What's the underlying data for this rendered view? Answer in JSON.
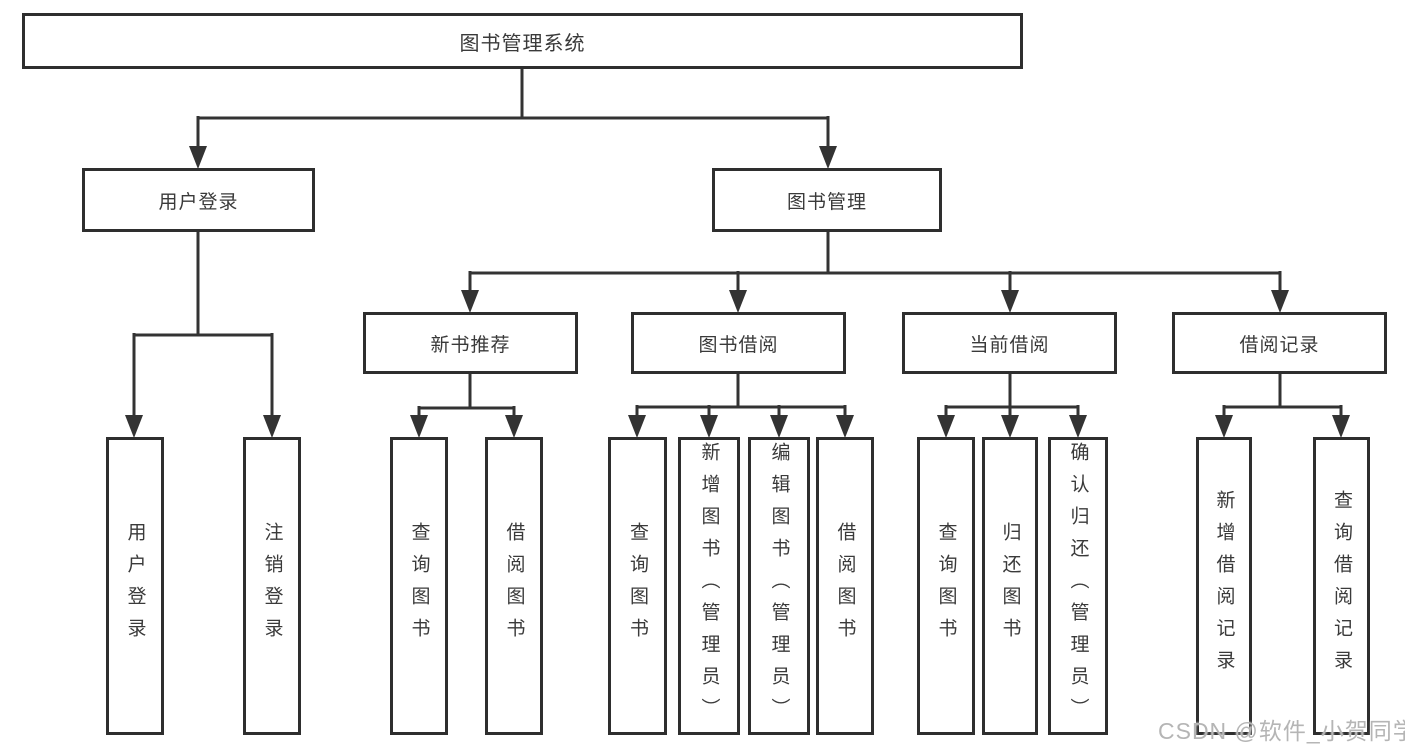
{
  "diagram": {
    "type": "hierarchy-tree",
    "root": {
      "label": "图书管理系统",
      "children": [
        {
          "label": "用户登录",
          "children": [
            {
              "label": "用户登录"
            },
            {
              "label": "注销登录"
            }
          ]
        },
        {
          "label": "图书管理",
          "children": [
            {
              "label": "新书推荐",
              "children": [
                {
                  "label": "查询图书"
                },
                {
                  "label": "借阅图书"
                }
              ]
            },
            {
              "label": "图书借阅",
              "children": [
                {
                  "label": "查询图书"
                },
                {
                  "label": "新增图书（管理员）"
                },
                {
                  "label": "编辑图书（管理员）"
                },
                {
                  "label": "借阅图书"
                }
              ]
            },
            {
              "label": "当前借阅",
              "children": [
                {
                  "label": "查询图书"
                },
                {
                  "label": "归还图书"
                },
                {
                  "label": "确认归还（管理员）"
                }
              ]
            },
            {
              "label": "借阅记录",
              "children": [
                {
                  "label": "新增借阅记录"
                },
                {
                  "label": "查询借阅记录"
                }
              ]
            }
          ]
        }
      ]
    }
  },
  "watermark": {
    "text": "CSDN @软件_小贺同学",
    "color": "#b5b5b5"
  },
  "colors": {
    "background": "#ffffff",
    "line": "#333333",
    "box_border": "#2e2e2e",
    "box_fill": "#ffffff",
    "text": "#3a3a3a"
  }
}
